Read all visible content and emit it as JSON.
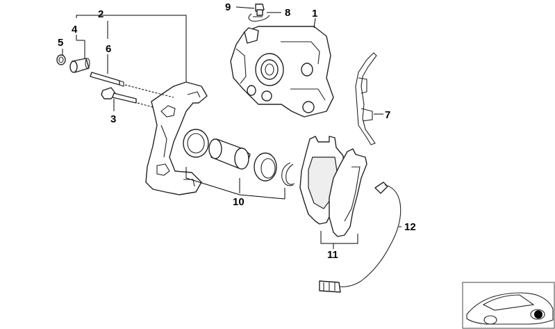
{
  "diagram": {
    "callouts": [
      "1",
      "2",
      "3",
      "4",
      "5",
      "6",
      "7",
      "8",
      "9",
      "10",
      "11",
      "12"
    ],
    "components": [
      {
        "id": "1",
        "icon": "brake-caliper-housing-icon"
      },
      {
        "id": "2",
        "icon": "caliper-carrier-icon"
      },
      {
        "id": "3",
        "icon": "hex-bolt-icon"
      },
      {
        "id": "4",
        "icon": "guide-sleeve-icon"
      },
      {
        "id": "5",
        "icon": "protective-cap-icon"
      },
      {
        "id": "6",
        "icon": "guide-pin-icon"
      },
      {
        "id": "7",
        "icon": "anti-rattle-spring-icon"
      },
      {
        "id": "8",
        "icon": "bleeder-clip-icon"
      },
      {
        "id": "9",
        "icon": "bleeder-valve-icon"
      },
      {
        "id": "10",
        "icon": "piston-seal-kit-icon"
      },
      {
        "id": "11",
        "icon": "brake-pad-set-icon"
      },
      {
        "id": "12",
        "icon": "wear-sensor-icon"
      }
    ],
    "thumbnail": {
      "icon": "car-location-icon",
      "marker_color": "#000000"
    }
  }
}
